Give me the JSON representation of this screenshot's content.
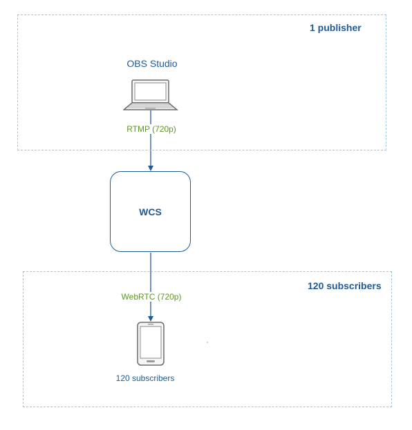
{
  "publisher_zone": {
    "title": "1 publisher",
    "source_label": "OBS Studio",
    "source_icon": "laptop-icon",
    "protocol_label": "RTMP (720p)"
  },
  "server": {
    "label": "WCS"
  },
  "subscriber_zone": {
    "title": "120 subscribers",
    "protocol_label": "WebRTC (720p)",
    "device_icon": "smartphone-icon",
    "device_label": "120 subscribers"
  },
  "colors": {
    "zone_border": "#9ecae1",
    "primary": "#1f5a96",
    "protocol_text": "#5a9a1e",
    "icon_stroke": "#6b6b6b",
    "icon_fill": "#f5f5f5"
  }
}
